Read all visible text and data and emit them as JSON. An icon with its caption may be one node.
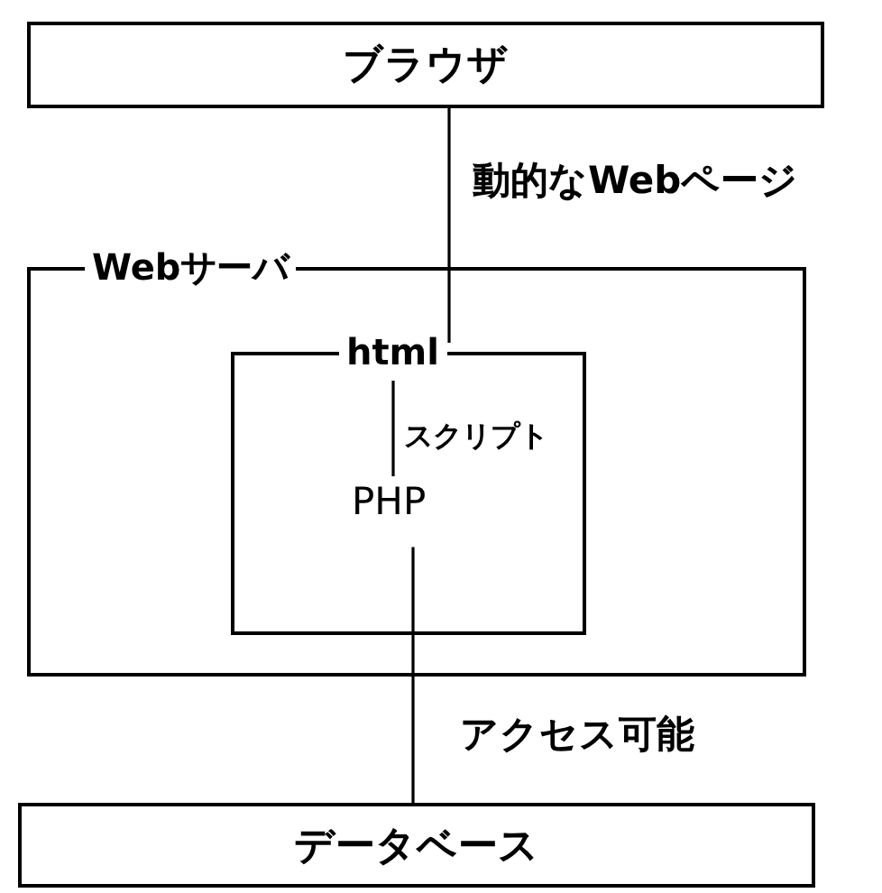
{
  "diagram": {
    "nodes": [
      {
        "text": [
          "ブラウザ"
        ]
      },
      {
        "text": [
          "Webサーバ"
        ]
      },
      {
        "text": [
          "html"
        ],
        "in": 1
      },
      {
        "text": [
          "PHP"
        ],
        "in": 2
      },
      {
        "text": [
          "データベース"
        ]
      }
    ],
    "edges": [
      {
        "from": 0,
        "to": 2,
        "arrow": "none",
        "label": "動的なWebページ"
      },
      {
        "from": 2,
        "to": 3,
        "arrow": "none",
        "label": "スクリプト"
      },
      {
        "from": 3,
        "to": 4,
        "arrow": "none",
        "label": "アクセス可能"
      }
    ]
  }
}
